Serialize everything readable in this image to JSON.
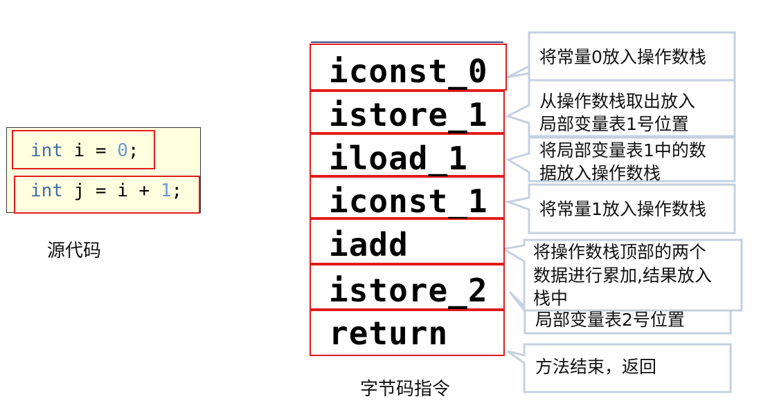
{
  "source": {
    "caption": "源代码",
    "line1": {
      "kw": "int",
      "rest": " i = ",
      "num": "0",
      "end": ";"
    },
    "line2": {
      "kw": "int",
      "rest": " j = i + ",
      "num": "1",
      "end": ";"
    }
  },
  "bytecode": {
    "caption": "字节码指令",
    "instructions": [
      "iconst_0",
      "istore_1",
      "iload_1",
      "iconst_1",
      "iadd",
      "istore_2",
      "return"
    ]
  },
  "notes": [
    {
      "lines": [
        "将常量0放入操作数栈"
      ]
    },
    {
      "lines": [
        "从操作数栈取出放入",
        "局部变量表1号位置"
      ]
    },
    {
      "lines": [
        "将局部变量表1中的数",
        "据放入操作数栈"
      ]
    },
    {
      "lines": [
        "将常量1放入操作数栈"
      ]
    },
    {
      "lines": [
        "将操作数栈顶部的两个",
        "数据进行累加,结果放入",
        "栈中"
      ]
    },
    {
      "lines": [
        "局部变量表2号位置"
      ]
    },
    {
      "lines": [
        "方法结束，返回"
      ]
    }
  ],
  "colors": {
    "highlight": "#e11b1b",
    "callout_border": "#c5d0e0",
    "code_bg": "#ffffe0",
    "keyword": "#3f6fa6",
    "number": "#6a9bd1"
  }
}
